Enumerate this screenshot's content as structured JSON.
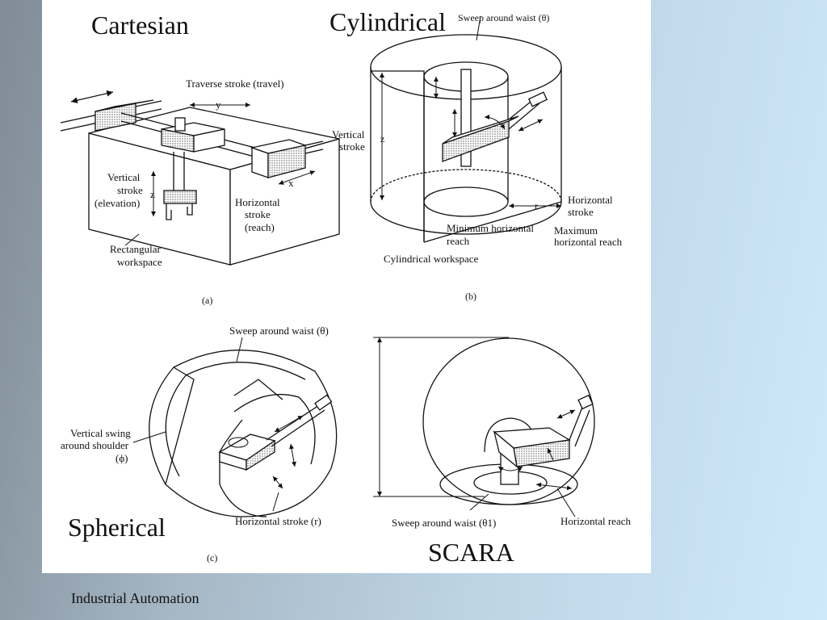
{
  "slide": {
    "footer": "Industrial Automation",
    "background_gradient": [
      "#7f8b96",
      "#cfe9fb"
    ]
  },
  "panels": {
    "cartesian": {
      "title": "Cartesian",
      "caption": "(a)",
      "labels": {
        "traverse": "Traverse stroke (travel)",
        "y": "y",
        "x": "x",
        "z": "z",
        "vertical_1": "Vertical",
        "vertical_2": "stroke",
        "vertical_3": "(elevation)",
        "horizontal_1": "Horizontal",
        "horizontal_2": "stroke",
        "horizontal_3": "(reach)",
        "workspace_1": "Rectangular",
        "workspace_2": "workspace"
      }
    },
    "cylindrical": {
      "title": "Cylindrical",
      "caption": "(b)",
      "labels": {
        "sweep": "Sweep around waist (θ)",
        "vertical_1": "Vertical",
        "vertical_2": "stroke",
        "z": "z",
        "r": "r",
        "horizontal_1": "Horizontal",
        "horizontal_2": "stroke",
        "min_reach_1": "Minimum horizontal",
        "min_reach_2": "reach",
        "max_reach_1": "Maximum",
        "max_reach_2": "horizontal reach",
        "workspace": "Cylindrical workspace"
      }
    },
    "spherical": {
      "title": "Spherical",
      "caption": "(c)",
      "labels": {
        "sweep": "Sweep around waist (θ)",
        "swing_1": "Vertical swing",
        "swing_2": "around shoulder",
        "swing_3": "(ϕ)",
        "horizontal": "Horizontal stroke (r)"
      }
    },
    "scara": {
      "title": "SCARA",
      "labels": {
        "sweep": "Sweep around waist (θ1)",
        "reach": "Horizontal reach"
      }
    }
  }
}
